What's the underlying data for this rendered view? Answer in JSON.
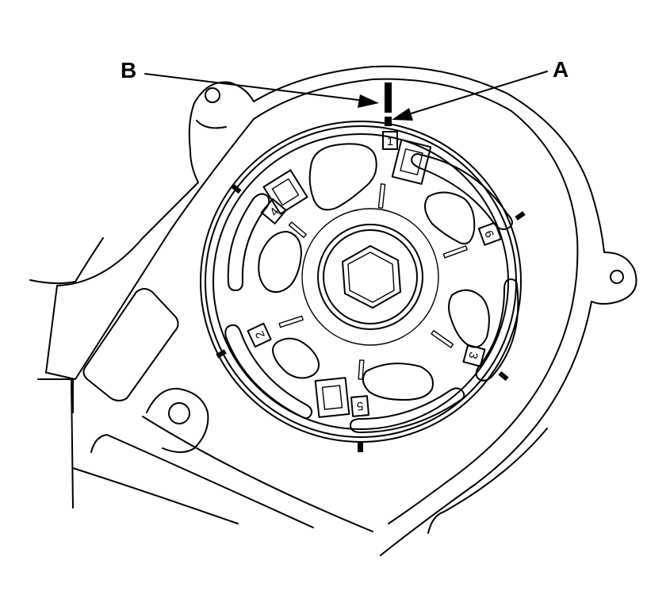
{
  "callouts": {
    "a": "A",
    "b": "B"
  },
  "cylinder_marks": {
    "m1": "1",
    "m2": "2",
    "m3": "3",
    "m4": "4",
    "m5": "5",
    "m6": "6"
  },
  "colors": {
    "ink": "#000000",
    "paper": "#ffffff"
  }
}
